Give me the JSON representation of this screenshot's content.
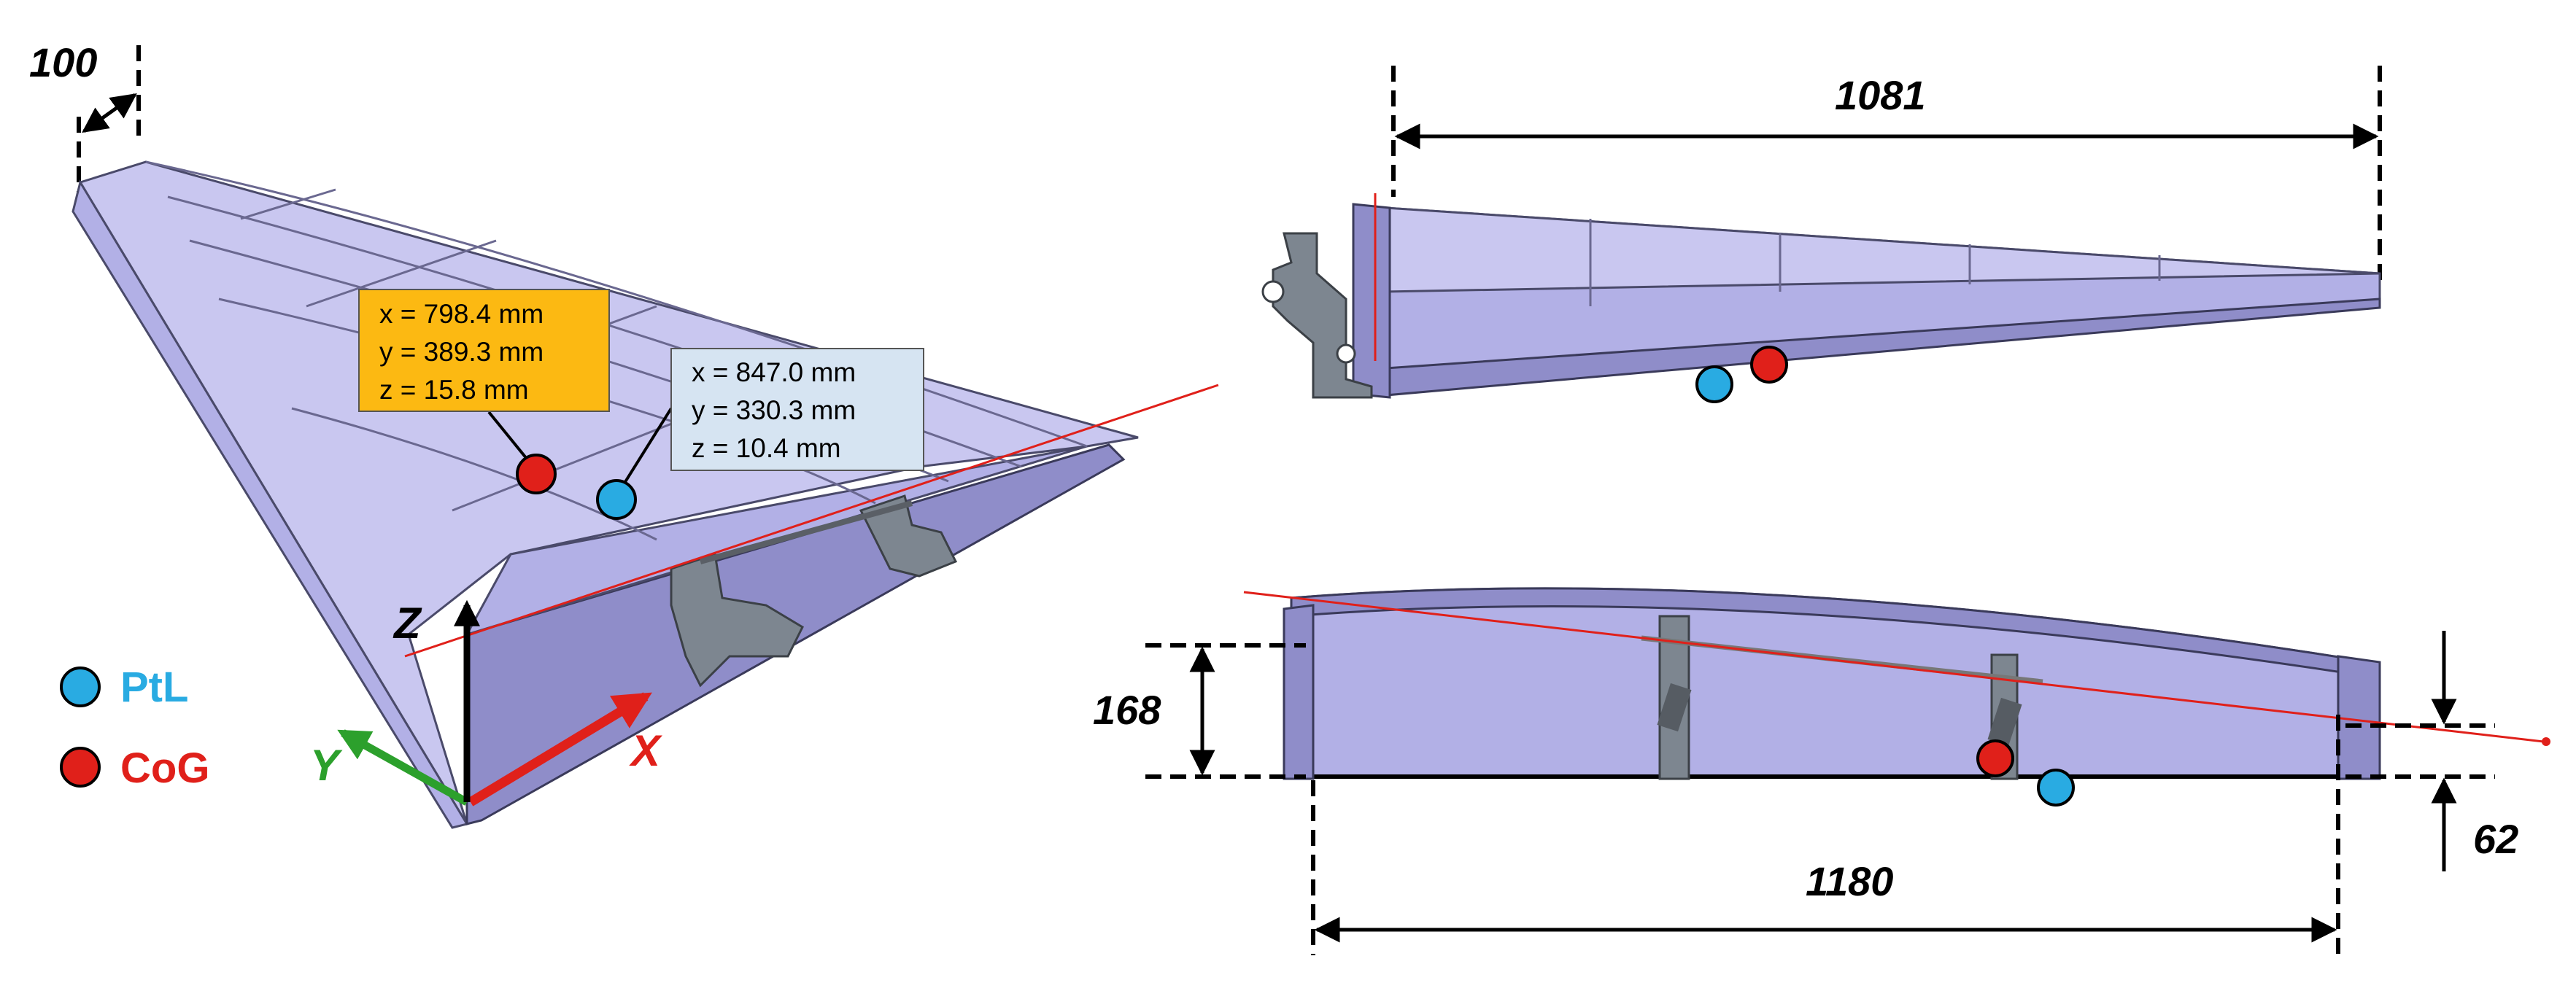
{
  "dimensions": {
    "root_offset": "100",
    "span_top": "1081",
    "root_height": "168",
    "span_bottom": "1180",
    "tip_height": "62"
  },
  "axes": {
    "x": "X",
    "y": "Y",
    "z": "Z"
  },
  "legend": [
    {
      "label": "PtL",
      "color": "#29abe2"
    },
    {
      "label": "CoG",
      "color": "#e0201a"
    }
  ],
  "cog_box": {
    "x": "x = 798.4 mm",
    "y": "y = 389.3 mm",
    "z": "z = 15.8 mm",
    "fill": "#fcb912"
  },
  "ptl_box": {
    "x": "x = 847.0 mm",
    "y": "y = 330.3 mm",
    "z": "z = 10.4 mm",
    "fill": "#d6e4f2"
  },
  "colors": {
    "cog": "#e0201a",
    "ptl": "#29abe2",
    "axis_x": "#e0201a",
    "axis_y": "#2ca02c",
    "axis_z": "#000000",
    "structure": "#b2b0e6"
  }
}
